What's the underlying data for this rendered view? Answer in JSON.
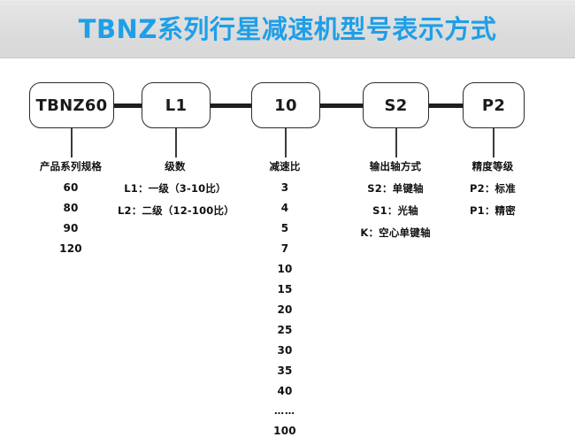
{
  "header": {
    "title": "TBNZ系列行星减速机型号表示方式",
    "title_color": "#1e9fe8",
    "bar_color": "#dddddd"
  },
  "diagram": {
    "type": "model-number-breakdown",
    "nodes": [
      {
        "id": "series",
        "label": "TBNZ60"
      },
      {
        "id": "stage",
        "label": "L1"
      },
      {
        "id": "ratio",
        "label": "10"
      },
      {
        "id": "shaft",
        "label": "S2"
      },
      {
        "id": "grade",
        "label": "P2"
      }
    ],
    "columns": [
      {
        "id": "series",
        "header": "产品系列规格",
        "items": [
          "60",
          "80",
          "90",
          "120"
        ]
      },
      {
        "id": "stage",
        "header": "级数",
        "items": [
          "L1：一级（3-10比）",
          "L2：二级（12-100比）"
        ]
      },
      {
        "id": "ratio",
        "header": "减速比",
        "items": [
          "3",
          "4",
          "5",
          "7",
          "10",
          "15",
          "20",
          "25",
          "30",
          "35",
          "40",
          "……",
          "100"
        ]
      },
      {
        "id": "shaft",
        "header": "输出轴方式",
        "items": [
          "S2：单键轴",
          "S1：光轴",
          "K：空心单键轴"
        ]
      },
      {
        "id": "grade",
        "header": "精度等级",
        "items": [
          "P2：标准",
          "P1：精密"
        ]
      }
    ]
  }
}
